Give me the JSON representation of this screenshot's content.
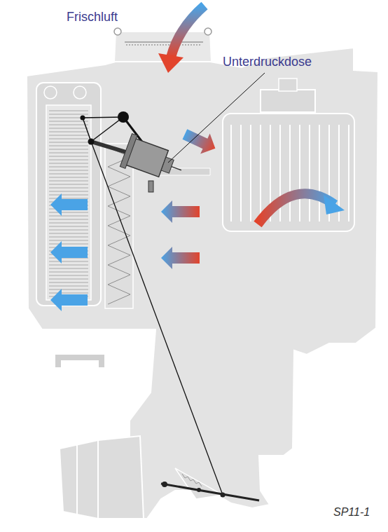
{
  "diagram": {
    "labels": [
      "Frischluft",
      "Unterdruckdose",
      "SP11-1"
    ]
  }
}
